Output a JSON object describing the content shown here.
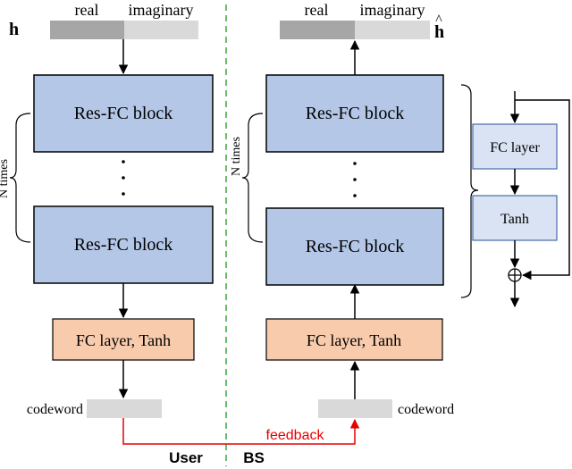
{
  "colors": {
    "block_fill": "#b4c7e7",
    "block_stroke": "#000000",
    "fc_fill": "#f8cbad",
    "fc_stroke": "#000000",
    "inner_fill": "#dae3f3",
    "inner_stroke": "#4a6aa8",
    "real_fill": "#a6a6a6",
    "imag_fill": "#d9d9d9",
    "codeword_fill": "#d9d9d9",
    "feedback": "#e60000",
    "divider": "#3aa63a"
  },
  "encoder": {
    "input_label": "h",
    "real_label": "real",
    "imag_label": "imaginary",
    "block_top_label": "Res-FC block",
    "block_bottom_label": "Res-FC block",
    "repeat_label": "N times",
    "fc_label": "FC layer, Tanh",
    "codeword_label": "codeword",
    "side_label": "User"
  },
  "decoder": {
    "output_label": "h",
    "output_hat": "^",
    "real_label": "real",
    "imag_label": "imaginary",
    "block_top_label": "Res-FC block",
    "block_bottom_label": "Res-FC block",
    "repeat_label": "N times",
    "fc_label": "FC layer, Tanh",
    "codeword_label": "codeword",
    "side_label": "BS"
  },
  "link": {
    "feedback_label": "feedback"
  },
  "res_block_detail": {
    "fc_label": "FC layer",
    "tanh_label": "Tanh"
  }
}
